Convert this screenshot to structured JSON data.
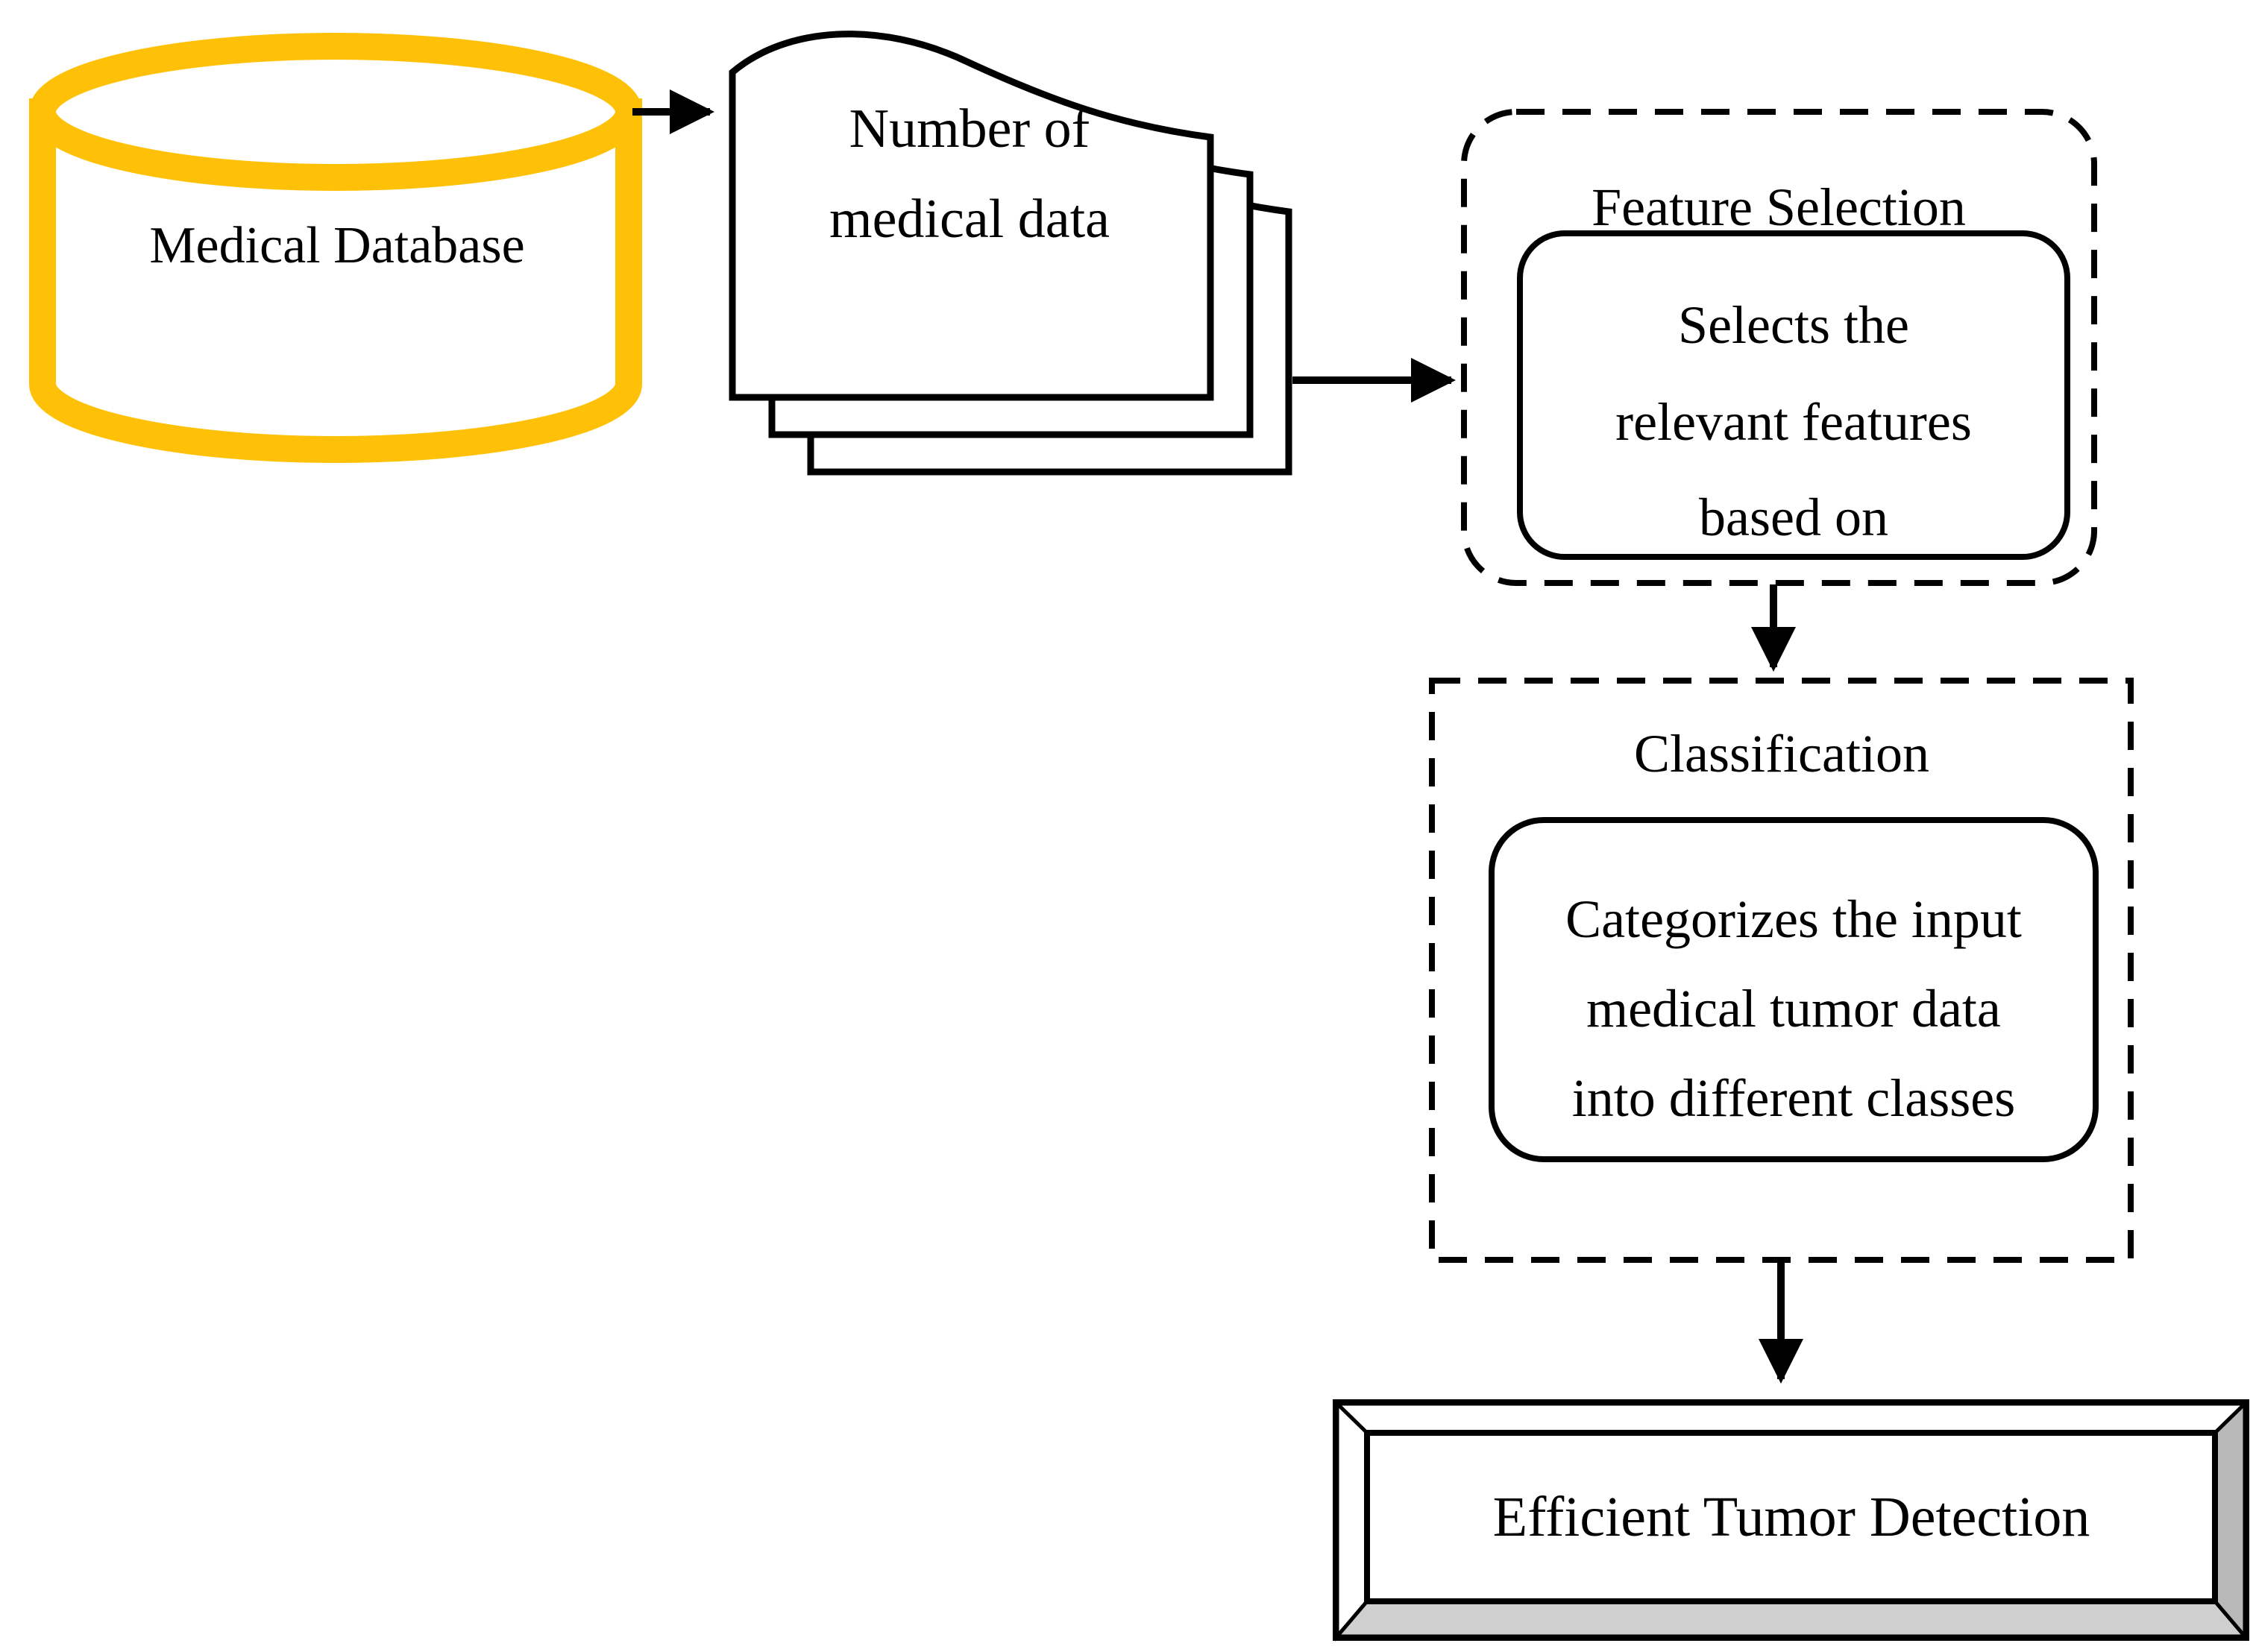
{
  "colors": {
    "accent_orange": "#FFC107",
    "line_black": "#000000",
    "bevel_bottom_gray": "#cfcfcf",
    "bevel_right_gray": "#b9b9b9",
    "fill_white": "#ffffff"
  },
  "nodes": {
    "medical_database": {
      "shape": "database-cylinder",
      "label": "Medical Database"
    },
    "medical_data_docs": {
      "shape": "document-stack",
      "label_lines": [
        "Number of",
        "medical data"
      ]
    },
    "feature_selection": {
      "shape": "dashed-rounded-container",
      "title": "Feature Selection",
      "body_lines": [
        "Selects the",
        "relevant features",
        "based on"
      ]
    },
    "classification": {
      "shape": "dashed-container",
      "title": "Classification",
      "body_lines": [
        "Categorizes the input",
        "medical tumor data",
        "into different classes"
      ]
    },
    "tumor_detection": {
      "shape": "beveled-3d-box",
      "label": "Efficient Tumor Detection"
    }
  },
  "edges": [
    {
      "from": "medical_database",
      "to": "medical_data_docs",
      "direction": "right"
    },
    {
      "from": "medical_data_docs",
      "to": "feature_selection",
      "direction": "right"
    },
    {
      "from": "feature_selection",
      "to": "classification",
      "direction": "down"
    },
    {
      "from": "classification",
      "to": "tumor_detection",
      "direction": "down"
    }
  ]
}
